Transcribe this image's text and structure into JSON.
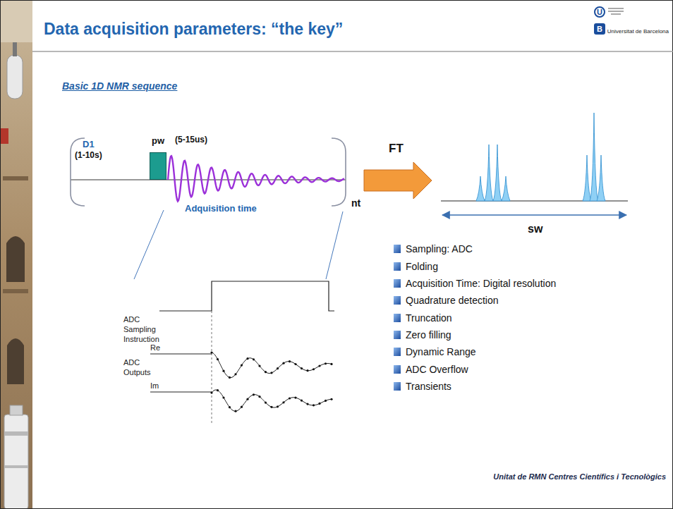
{
  "diagram": {
    "title": "Data acquisition parameters: “the key”",
    "nodes": [
      {
        "text": [
          "U"
        ]
      },
      {
        "text": [
          "B"
        ]
      },
      {
        "text": [
          "pw"
        ]
      }
    ],
    "labels": [
      "Universitat de Barcelona",
      "Basic 1D NMR sequence",
      "D1",
      "(1-10s)",
      "(5-15us)",
      "Adquisition time",
      "nt",
      "FT",
      "sw",
      "Sampling: ADC",
      "Folding",
      "Acquisition Time: Digital resolution",
      "Quadrature detection",
      "Truncation",
      "Zero filling",
      "Dynamic Range",
      "ADC Overflow",
      "Transients",
      "ADC Sampling Instruction",
      "Re",
      "ADC Outputs",
      "Im",
      "Unitat de RMN Centres Científics i Tecnològics"
    ]
  }
}
